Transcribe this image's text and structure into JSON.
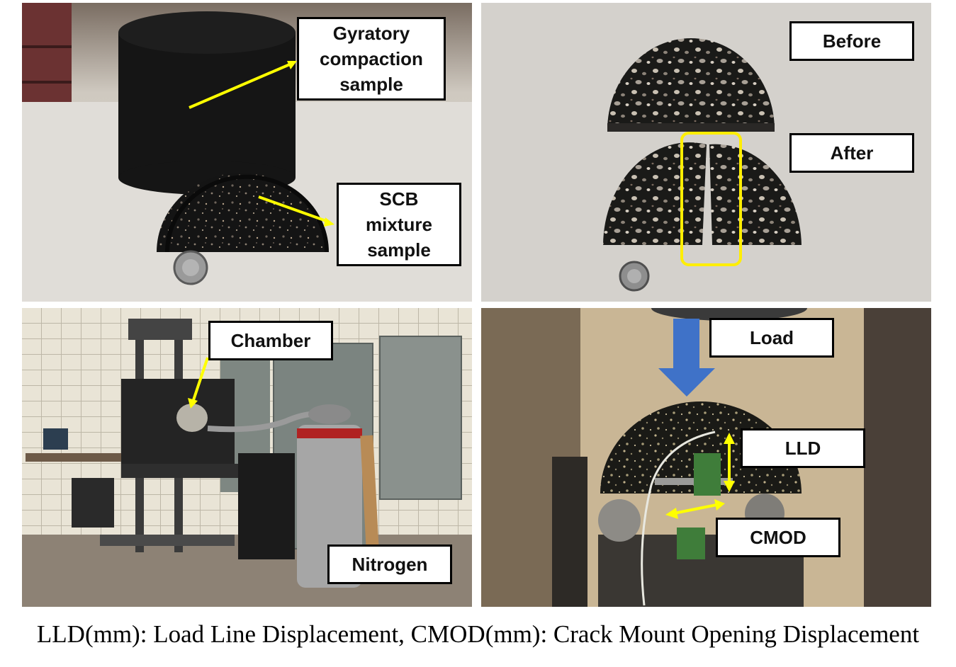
{
  "panels": {
    "top_left": {
      "labels": {
        "gyratory": "Gyratory\ncompaction\nsample",
        "scb": "SCB\nmixture\nsample"
      }
    },
    "top_right": {
      "labels": {
        "before": "Before",
        "after": "After"
      }
    },
    "bottom_left": {
      "labels": {
        "chamber": "Chamber",
        "nitrogen": "Nitrogen"
      }
    },
    "bottom_right": {
      "labels": {
        "load": "Load",
        "lld": "LLD",
        "cmod": "CMOD"
      }
    }
  },
  "caption": "LLD(mm): Load Line Displacement, CMOD(mm): Crack Mount Opening Displacement",
  "colors": {
    "annotation_arrow": "#ffff00",
    "highlight_box": "#ffee00",
    "load_arrow": "#3f72c8"
  }
}
